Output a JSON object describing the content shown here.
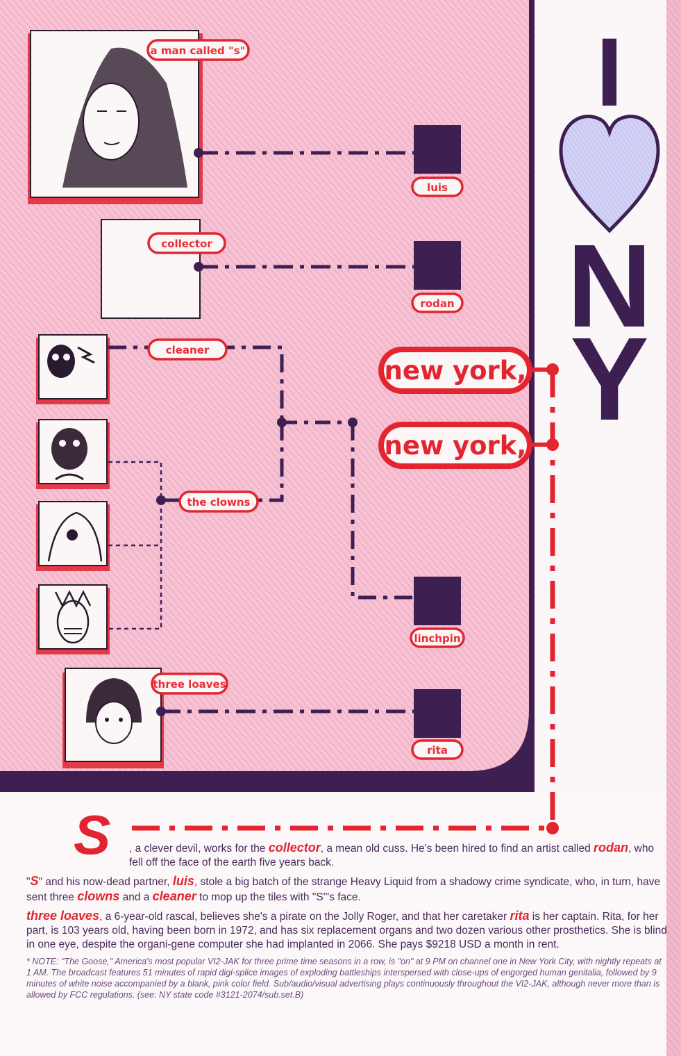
{
  "labels": {
    "s": "a man called \"s\"",
    "luis": "luis",
    "collector": "collector",
    "rodan": "rodan",
    "cleaner": "cleaner",
    "clowns": "the clowns",
    "linchpin": "linchpin",
    "three_loaves": "three loaves",
    "rita": "rita"
  },
  "bubbles": [
    "new york,",
    "new york,"
  ],
  "sidebar": {
    "i": "I",
    "n": "N",
    "y": "Y"
  },
  "caption": {
    "dropcap": "S",
    "p1_a": ", a clever devil, works for the ",
    "p1_collector": "collector",
    "p1_b": ", a mean old cuss.  He's been hired to find an artist called ",
    "p1_rodan": "rodan",
    "p1_c": ", who fell off the face of the earth five years back.",
    "p2_q1": "\"",
    "p2_s": "S",
    "p2_a": "\" and his now-dead partner, ",
    "p2_luis": "luis",
    "p2_b": ", stole a big batch of the strange Heavy Liquid from a shadowy crime syndicate, who, in turn, have sent three ",
    "p2_clowns": "clowns",
    "p2_c": " and a ",
    "p2_cleaner": "cleaner",
    "p2_d": " to mop up the tiles with \"S\"'s face.",
    "p3_loaves": "three loaves",
    "p3_a": ", a 6-year-old rascal, believes she's a pirate on the Jolly Roger, and that her caretaker ",
    "p3_rita": "rita",
    "p3_b": " is her captain.  Rita, for her part, is 103 years old, having been born in 1972, and has six replacement organs and two dozen various other prosthetics.  She is blind in one eye, despite the organi-gene computer she had implanted in 2066.  She pays $9218 USD a month in rent.",
    "note": "* NOTE:  \"The Goose,\" America's most popular VI2-JAK for three prime time seasons in a row, is \"on\" at 9 PM on channel one in New York City, with nightly repeats at 1 AM.  The broadcast features 51 minutes of rapid digi-splice images of exploding battleships interspersed with close-ups of engorged human genitalia, followed by 9 minutes of white noise accompanied by a blank, pink color field.  Sub/audio/visual advertising plays continuously throughout the VI2-JAK, although never more than is allowed by FCC regulations.  (see:  NY state code #3121-2074/sub.set.B)"
  },
  "colors": {
    "panel_pink": "#f4b8cc",
    "dark_purple": "#3e1f52",
    "accent_red": "#e32530",
    "heart_blue": "#c9c8f2"
  },
  "icons": [
    "heart-icon"
  ]
}
